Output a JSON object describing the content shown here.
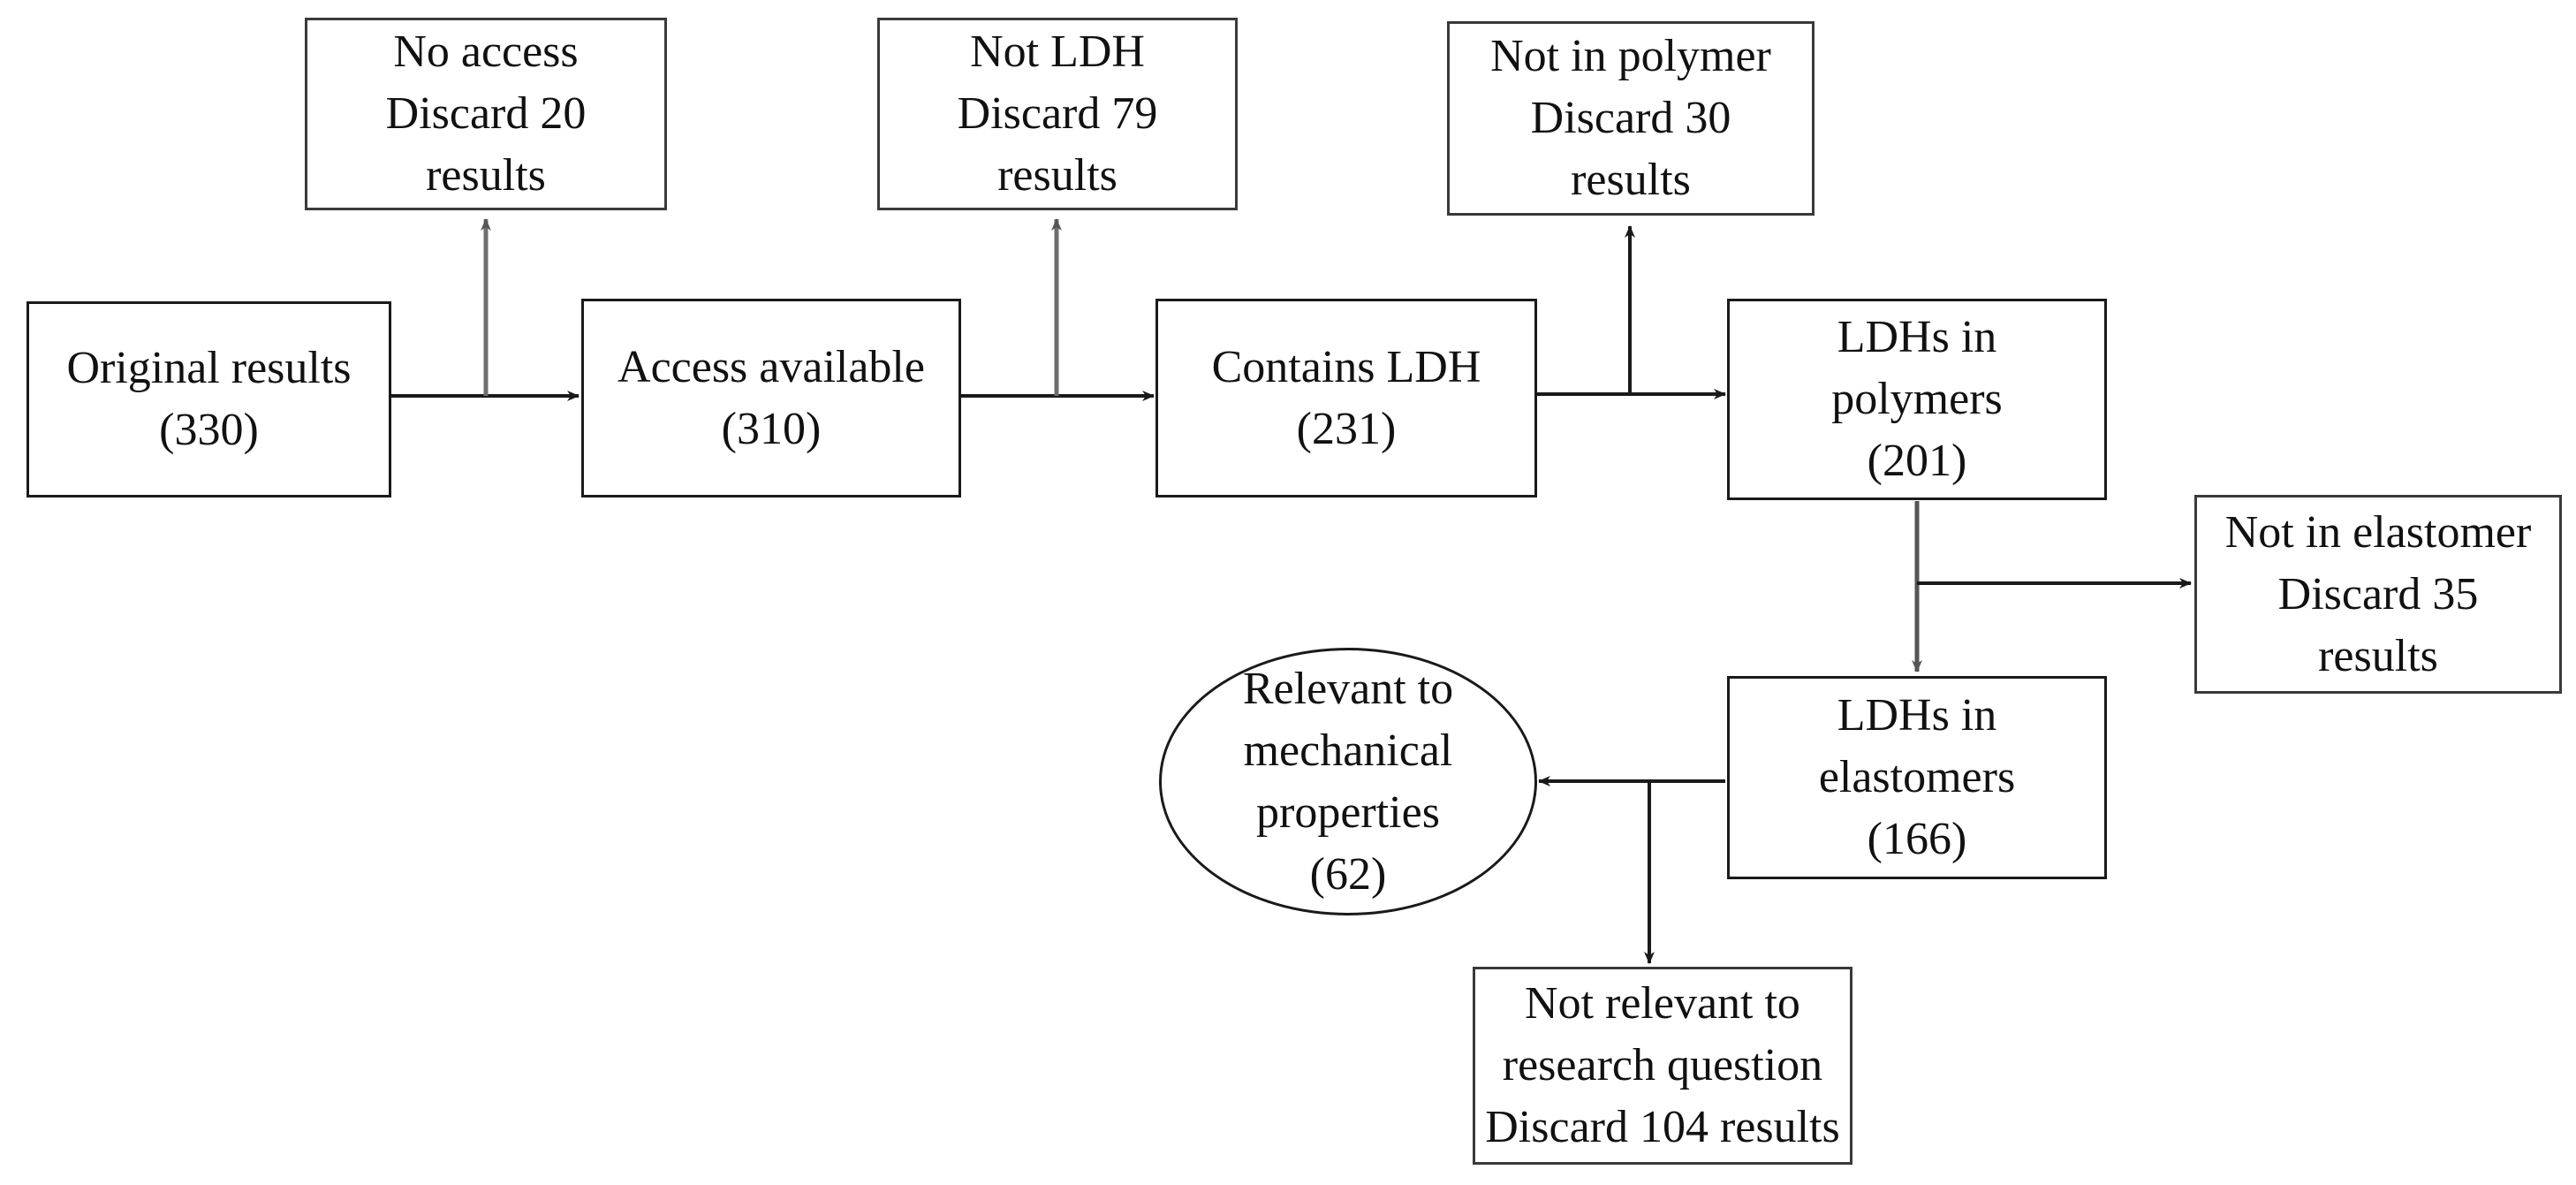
{
  "nodes": {
    "original": {
      "lines": [
        "Original results",
        "(330)"
      ]
    },
    "access": {
      "lines": [
        "Access available",
        "(310)"
      ]
    },
    "contains": {
      "lines": [
        "Contains LDH",
        "(231)"
      ]
    },
    "polymers": {
      "lines": [
        "LDHs in",
        "polymers",
        "(201)"
      ]
    },
    "elastomers": {
      "lines": [
        "LDHs in",
        "elastomers",
        "(166)"
      ]
    },
    "relevant": {
      "lines": [
        "Relevant to",
        "mechanical",
        "properties",
        "(62)"
      ]
    },
    "no_access": {
      "lines": [
        "No access",
        "Discard 20",
        "results"
      ]
    },
    "not_ldh": {
      "lines": [
        "Not LDH",
        "Discard 79",
        "results"
      ]
    },
    "not_polymer": {
      "lines": [
        "Not in polymer",
        "Discard 30",
        "results"
      ]
    },
    "not_elastomer": {
      "lines": [
        "Not in elastomer",
        "Discard 35",
        "results"
      ]
    },
    "not_relevant": {
      "lines": [
        "Not relevant to",
        "research question",
        "Discard 104 results"
      ]
    }
  },
  "colors": {
    "stroke": "#1a1a1a",
    "branch_stroke": "#6e6e6e"
  }
}
